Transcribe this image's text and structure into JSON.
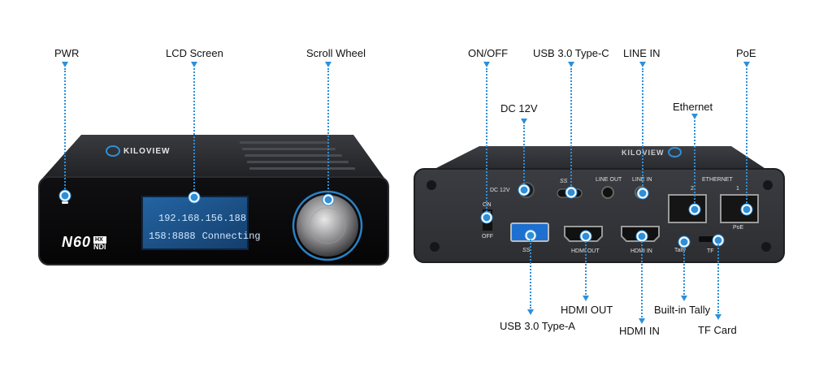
{
  "colors": {
    "accent": "#2e8fd8",
    "body": "#2a2a2d",
    "lcd": "#1c5a96"
  },
  "front": {
    "brand": "KILOVIEW",
    "model": "N60",
    "model_badge_top": "HX",
    "model_badge_bottom": "NDI",
    "lcd_line1": "192.168.156.188",
    "lcd_line2_left": "158:8888",
    "lcd_line2_right": "Connecting"
  },
  "rear": {
    "brand": "KILOVIEW",
    "dc_label": "DC 12V",
    "on_label": "ON",
    "off_label": "OFF",
    "usb_c_label": "SS",
    "usb_a_label": "SS",
    "line_out_label": "LINE OUT",
    "line_in_label": "LINE IN",
    "ethernet_label": "ETHERNET",
    "port1_label": "1",
    "port2_label": "2",
    "poe_label": "PoE",
    "hdmi_out_label": "HDMI OUT",
    "hdmi_in_label": "HDMI IN",
    "tally_label": "Tally",
    "tf_label": "TF"
  },
  "callouts": {
    "pwr": "PWR",
    "lcd_screen": "LCD Screen",
    "scroll_wheel": "Scroll Wheel",
    "on_off": "ON/OFF",
    "usb_c": "USB 3.0 Type-C",
    "line_in": "LINE IN",
    "poe": "PoE",
    "dc_12v": "DC 12V",
    "ethernet": "Ethernet",
    "usb_a": "USB 3.0 Type-A",
    "hdmi_out": "HDMI OUT",
    "built_in_tally": "Built-in Tally",
    "hdmi_in": "HDMI IN",
    "tf_card": "TF Card"
  }
}
